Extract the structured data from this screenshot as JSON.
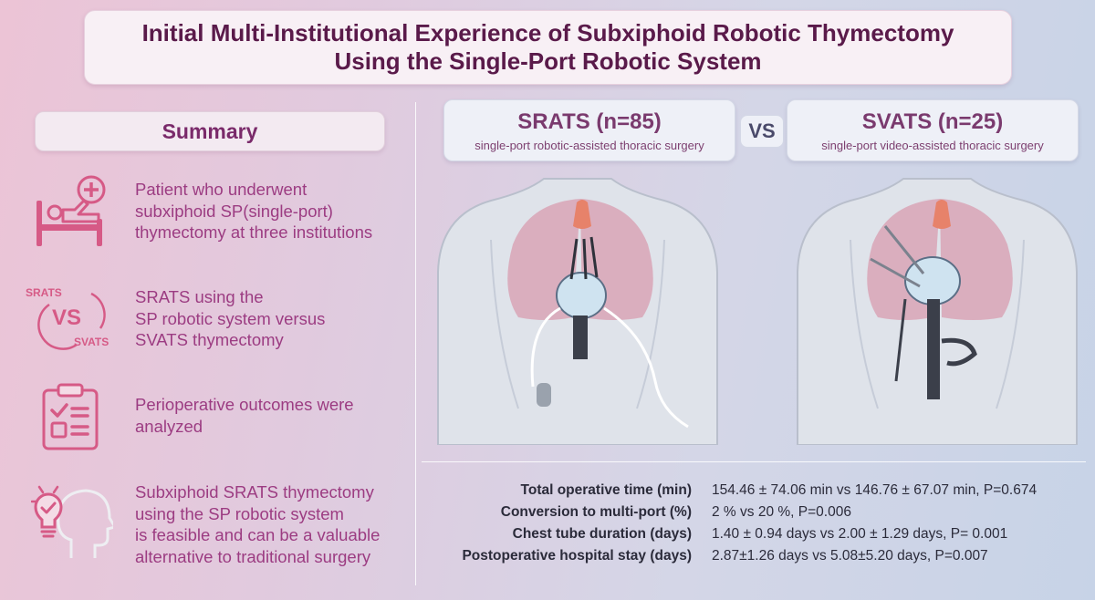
{
  "title": {
    "line1": "Initial Multi-Institutional Experience of Subxiphoid Robotic Thymectomy",
    "line2": "Using the Single-Port Robotic System"
  },
  "summary": {
    "heading": "Summary",
    "items": [
      {
        "icon": "patient-bed-icon",
        "lines": [
          "Patient who underwent",
          "subxiphoid SP(single-port)",
          "thymectomy at three institutions"
        ]
      },
      {
        "icon": "srats-vs-svats-icon",
        "icon_labels": {
          "top": "SRATS",
          "center": "VS",
          "bottom": "SVATS"
        },
        "lines": [
          "SRATS using the",
          "SP robotic system versus",
          "SVATS thymectomy"
        ]
      },
      {
        "icon": "clipboard-checklist-icon",
        "lines": [
          "Perioperative outcomes were",
          "analyzed"
        ]
      },
      {
        "icon": "head-lightbulb-icon",
        "lines": [
          "Subxiphoid SRATS thymectomy",
          "using the SP robotic system",
          "is feasible and can be a valuable",
          "alternative to traditional surgery"
        ]
      }
    ]
  },
  "comparison": {
    "left": {
      "title": "SRATS (n=85)",
      "subtitle": "single-port robotic-assisted thoracic surgery"
    },
    "vs": "VS",
    "right": {
      "title": "SVATS (n=25)",
      "subtitle": "single-port video-assisted thoracic surgery"
    }
  },
  "results": [
    {
      "label": "Total operative time (min)",
      "value": "154.46 ± 74.06 min vs 146.76 ± 67.07 min, P=0.674"
    },
    {
      "label": "Conversion to multi-port (%)",
      "value": "2 % vs 20 %, P=0.006"
    },
    {
      "label": "Chest tube duration (days)",
      "value": "1.40 ± 0.94 days vs 2.00 ± 1.29 days, P= 0.001"
    },
    {
      "label": "Postoperative hospital stay (days)",
      "value": "2.87±1.26 days vs 5.08±5.20 days, P=0.007"
    }
  ],
  "colors": {
    "title": "#5a1a4a",
    "accent": "#9c3c82",
    "icon": "#d65a86"
  }
}
